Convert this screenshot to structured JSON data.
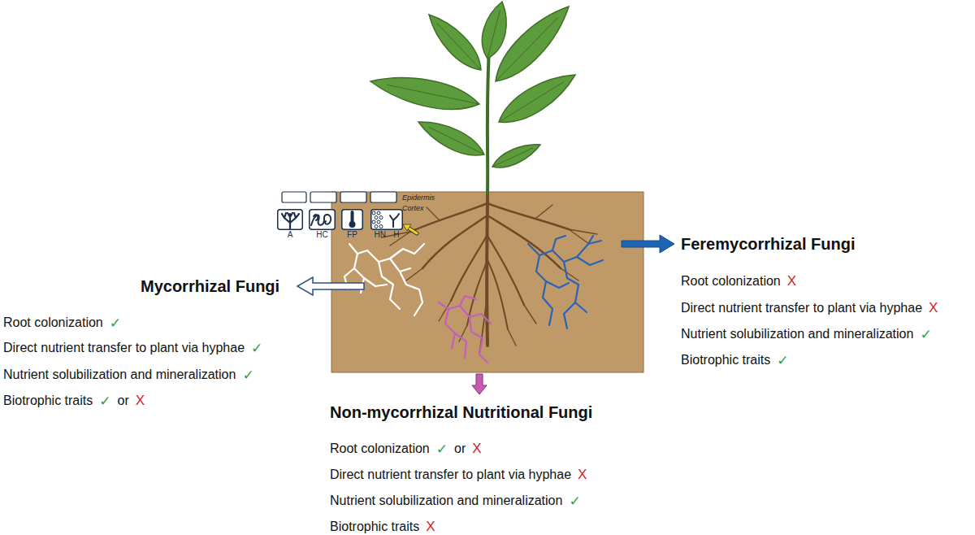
{
  "diagram": {
    "nodes": [
      {
        "text": [
          "A"
        ]
      },
      {
        "text": [
          "HC"
        ]
      },
      {
        "text": [
          "FP"
        ]
      },
      {
        "text": [
          "HN",
          "H"
        ]
      }
    ],
    "labels": [
      "Epidermis",
      "Cortex",
      "Mycorrhizal Fungi",
      "Root colonization",
      "✓",
      "Direct nutrient transfer to plant via hyphae",
      "✓",
      "Nutrient solubilization and mineralization",
      "✓",
      "Biotrophic traits",
      "✓",
      "or",
      "X",
      "Feremycorrhizal Fungi",
      "Root colonization",
      "X",
      "Direct nutrient transfer to plant via hyphae",
      "X",
      "Nutrient solubilization and mineralization",
      "✓",
      "Biotrophic traits",
      "✓",
      "Non-mycorrhizal Nutritional Fungi",
      "Root colonization",
      "✓",
      "or",
      "X",
      "Direct nutrient transfer to plant via hyphae",
      "X",
      "Nutrient solubilization and mineralization",
      "✓",
      "Biotrophic traits",
      "X"
    ]
  }
}
